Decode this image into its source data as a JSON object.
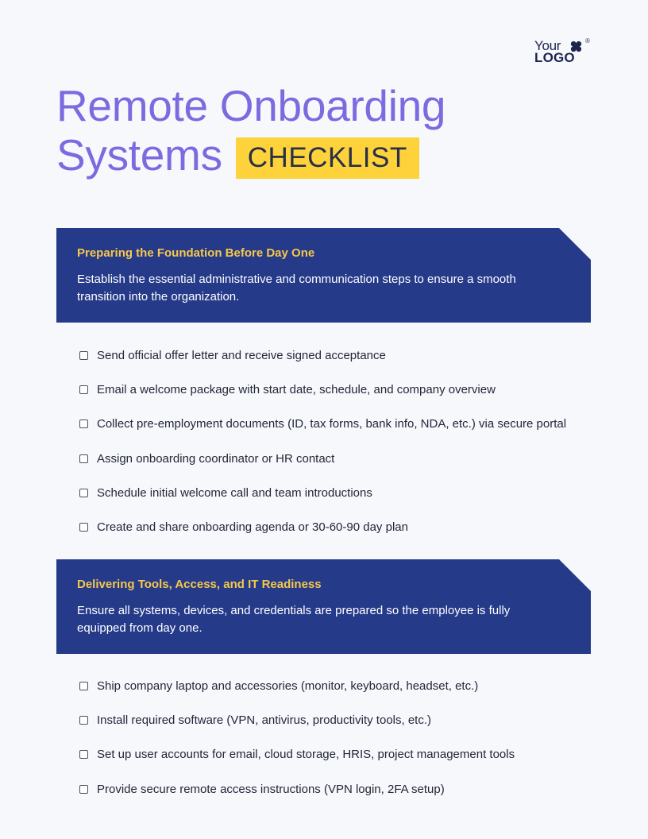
{
  "logo": {
    "line1": "Your",
    "line2": "LOGO",
    "registered": "®"
  },
  "title": {
    "line1": "Remote Onboarding",
    "line2": "Systems",
    "badge": "CHECKLIST"
  },
  "colors": {
    "title": "#7b6ae0",
    "badge": "#fdd23a",
    "banner": "#253a89",
    "banner_heading": "#f6c84a",
    "background": "#f7f8fc"
  },
  "sections": [
    {
      "heading": "Preparing the Foundation Before Day One",
      "description": "Establish the essential administrative and communication steps to ensure a smooth transition into the organization.",
      "items": [
        "Send official offer letter and receive signed acceptance",
        "Email a welcome package with start date, schedule, and company overview",
        "Collect pre-employment documents (ID, tax forms, bank info, NDA, etc.) via secure portal",
        "Assign onboarding coordinator or HR contact",
        "Schedule initial welcome call and team introductions",
        "Create and share onboarding agenda or 30-60-90 day plan"
      ]
    },
    {
      "heading": "Delivering Tools, Access, and IT Readiness",
      "description": "Ensure all systems, devices, and credentials are prepared so the employee is fully equipped from day one.",
      "items": [
        "Ship company laptop and accessories (monitor, keyboard, headset, etc.)",
        "Install required software (VPN, antivirus, productivity tools, etc.)",
        "Set up user accounts for email, cloud storage, HRIS, project management tools",
        "Provide secure remote access instructions (VPN login, 2FA setup)"
      ]
    }
  ]
}
